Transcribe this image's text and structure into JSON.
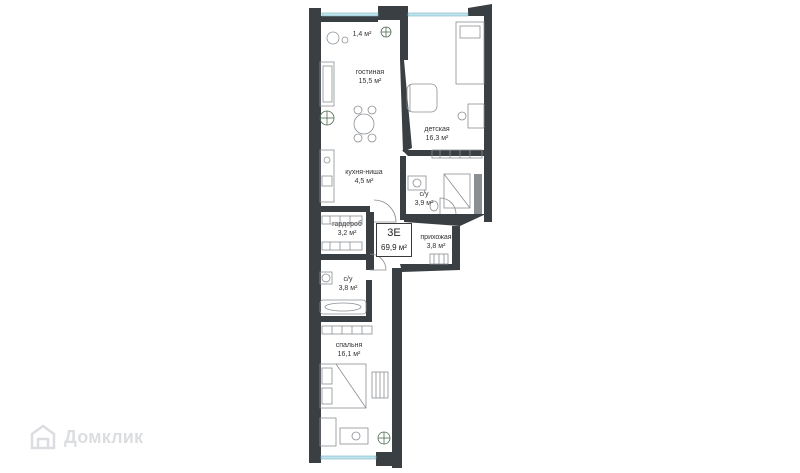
{
  "apartment": {
    "code": "3E",
    "area": "69,9 м²"
  },
  "rooms": [
    {
      "name": "",
      "area": "1,4 м²"
    },
    {
      "name": "гостиная",
      "area": "15,5 м²"
    },
    {
      "name": "детская",
      "area": "16,3 м²"
    },
    {
      "name": "кухня-ниша",
      "area": "4,5 м²"
    },
    {
      "name": "с/у",
      "area": "3,9 м²"
    },
    {
      "name": "гардероб",
      "area": "3,2 м²"
    },
    {
      "name": "прихожая",
      "area": "3,8 м²"
    },
    {
      "name": "с/у",
      "area": "3,8 м²"
    },
    {
      "name": "спальня",
      "area": "16,1 м²"
    }
  ],
  "watermark": {
    "text": "Домклик",
    "icon": "domclick-house-icon"
  },
  "colors": {
    "wall": "#3a3f44",
    "glass": "#bfe4ec",
    "furniture": "#8a8f94",
    "plant": "#4d6b50"
  }
}
